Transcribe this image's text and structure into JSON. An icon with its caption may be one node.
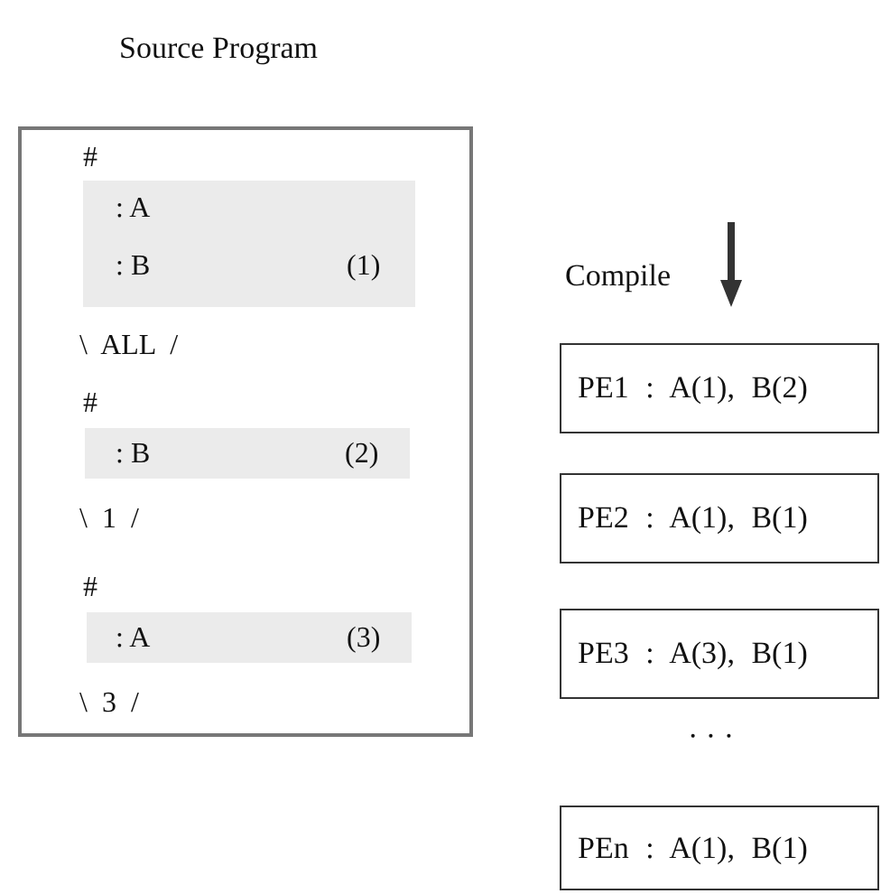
{
  "diagram": {
    "nodes": [
      {
        "text": [
          "Source Program",
          "#",
          "\\ ALL /",
          "#",
          "\\ 1 /",
          "#",
          "\\ 3 /"
        ]
      },
      {
        "text": [
          ": A",
          ": B",
          "(1)"
        ],
        "in": 0
      },
      {
        "text": [
          ": B",
          "(2)"
        ],
        "in": 0
      },
      {
        "text": [
          ": A",
          "(3)"
        ],
        "in": 0
      },
      {
        "text": [
          "PE1 : A(1), B(2)"
        ]
      },
      {
        "text": [
          "PE2 : A(1), B(1)"
        ]
      },
      {
        "text": [
          "PE3 : A(3), B(1)"
        ]
      },
      {
        "text": [
          "PEn : A(1), B(1)"
        ]
      }
    ],
    "edges": [],
    "labels": [
      "Compile",
      "· · ·"
    ]
  }
}
